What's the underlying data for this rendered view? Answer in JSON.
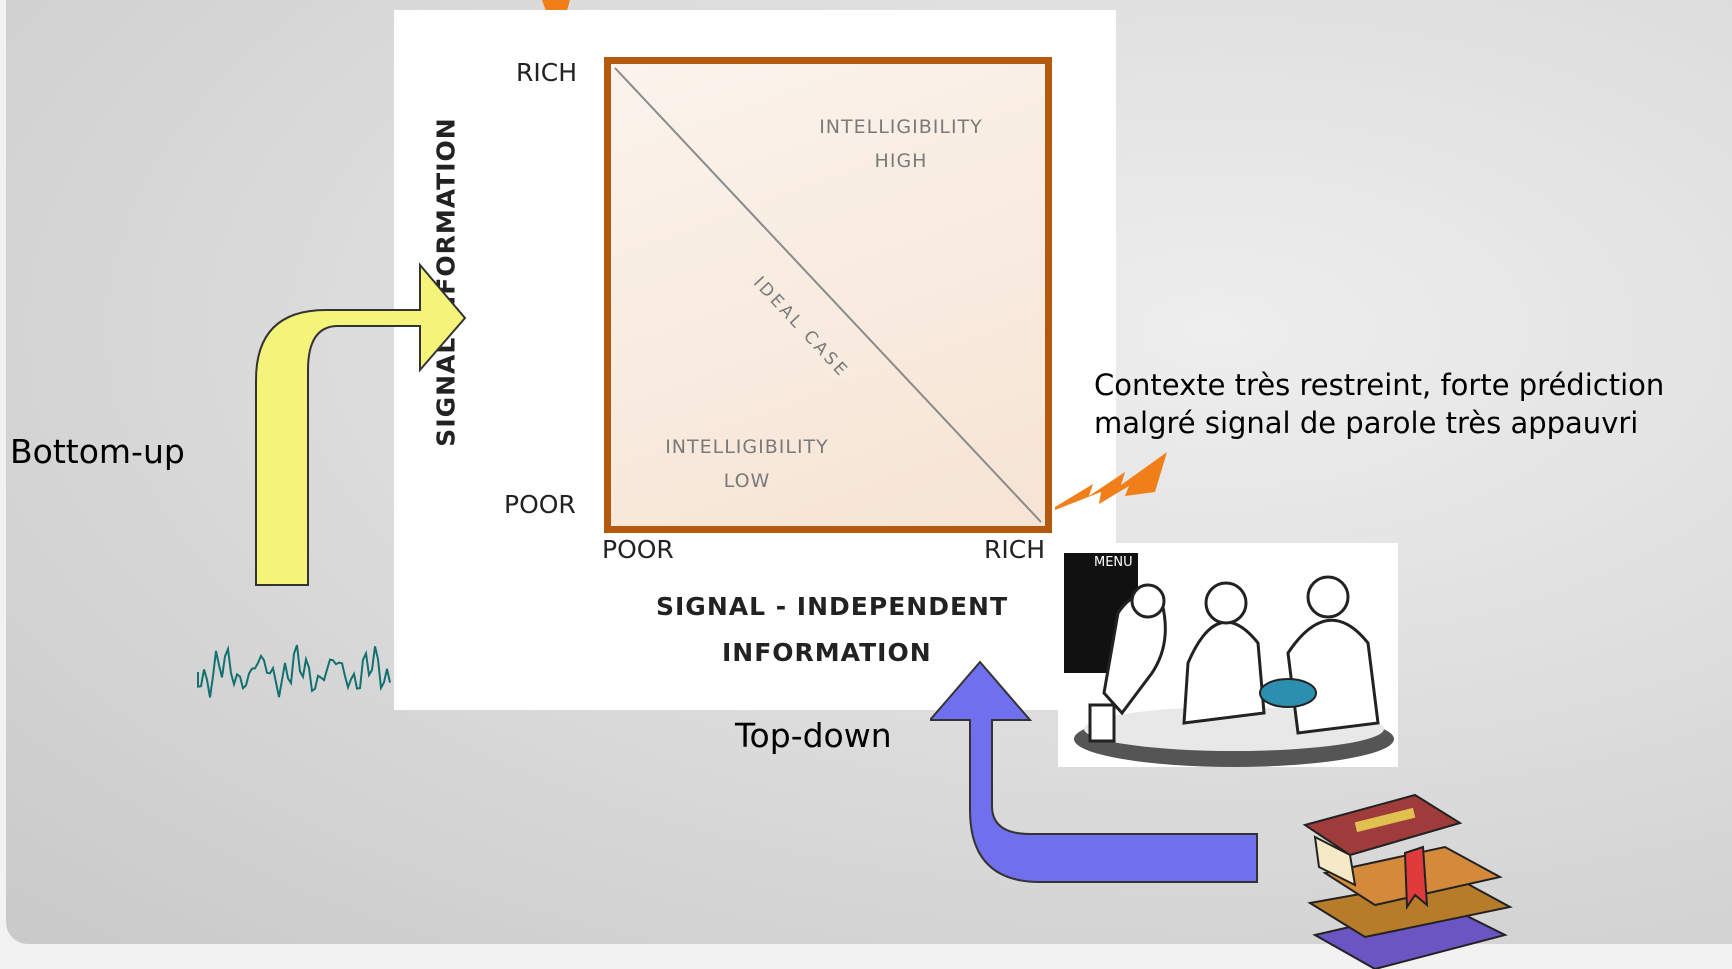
{
  "diagram": {
    "y_axis": {
      "title": "SIGNAL INFORMATION",
      "top_label": "RICH",
      "bottom_label": "POOR"
    },
    "x_axis": {
      "title_line1": "SIGNAL - INDEPENDENT",
      "title_line2": "INFORMATION",
      "left_label": "POOR",
      "right_label": "RICH"
    },
    "region_high": {
      "line1": "INTELLIGIBILITY",
      "line2": "HIGH"
    },
    "region_low": {
      "line1": "INTELLIGIBILITY",
      "line2": "LOW"
    },
    "diagonal_label": "IDEAL CASE",
    "box_color": "#b25a10"
  },
  "annotations": {
    "bottom_up": "Bottom-up",
    "top_down": "Top-down",
    "context_line1": "Contexte très restreint, forte prédiction",
    "context_line2": "malgré signal de parole très appauvri",
    "menu_sign": "MENU"
  },
  "colors": {
    "bottom_up_text": "#f07f1a",
    "top_down_text": "#6a6ab8",
    "context_text": "#7a3a0a",
    "bottom_up_arrow": "#f4f47a",
    "top_down_arrow": "#7070ee",
    "lightning": "#f07f1a",
    "waveform": "#137070"
  }
}
